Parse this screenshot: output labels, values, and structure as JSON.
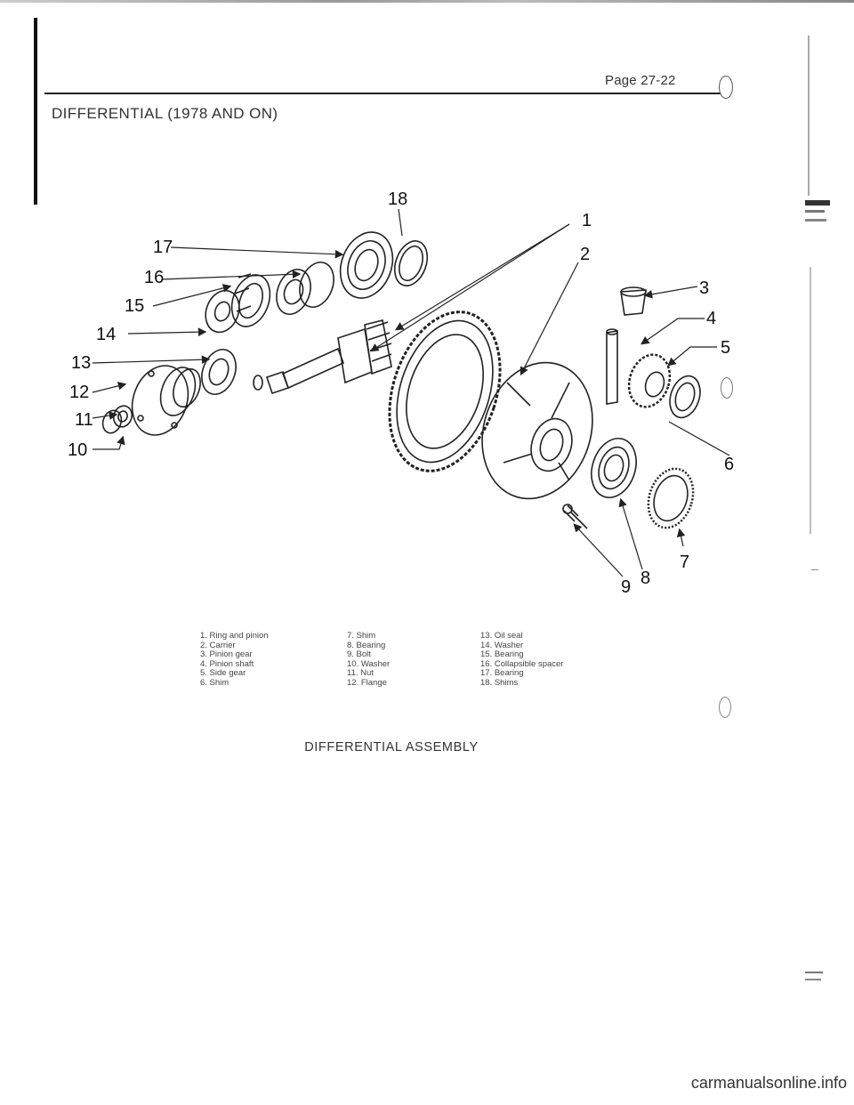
{
  "header": {
    "page_number": "Page 27-22",
    "section_title": "DIFFERENTIAL (1978 AND ON)"
  },
  "diagram": {
    "callouts": [
      "1",
      "2",
      "3",
      "4",
      "5",
      "6",
      "7",
      "8",
      "9",
      "10",
      "11",
      "12",
      "13",
      "14",
      "15",
      "16",
      "17",
      "18"
    ]
  },
  "legend": {
    "col1": [
      "1. Ring and pinion",
      "2. Carrier",
      "3. Pinion gear",
      "4. Pinion shaft",
      "5. Side gear",
      "6. Shim"
    ],
    "col2": [
      "7. Shim",
      "8. Bearing",
      "9. Bolt",
      "10. Washer",
      "11. Nut",
      "12. Flange"
    ],
    "col3": [
      "13. Oil seal",
      "14. Washer",
      "15. Bearing",
      "16. Collapsible spacer",
      "17. Bearing",
      "18. Shims"
    ]
  },
  "caption": "DIFFERENTIAL ASSEMBLY",
  "watermark": "carmanualsonline.info"
}
